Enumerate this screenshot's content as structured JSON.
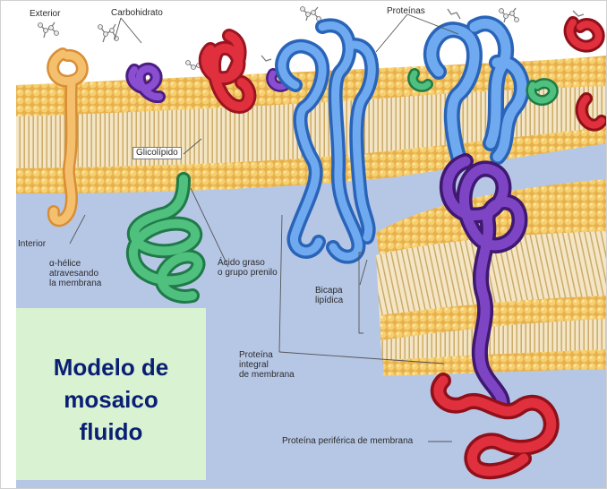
{
  "diagram": {
    "labels": {
      "exterior": "Exterior",
      "carbohidrato": "Carbohidrato",
      "proteinas": "Proteínas",
      "glicolipido": "Glicolípido",
      "interior": "Interior",
      "alfa_helice": "α-hélice\natravesando\nla membrana",
      "acido_graso": "Ácido graso\no grupo prenilo",
      "bicapa": "Bicapa\nlipídica",
      "proteina_integral": "Proteína\nintegral\nde membrana",
      "proteina_periferica": "Proteína periférica de membrana"
    },
    "title": "Modelo de\nmosaico\nfluido",
    "colors": {
      "extracellular_bg": "#ffffff",
      "cytoplasm_bg": "#b6c7e6",
      "lipid_head": "#f2c45e",
      "lipid_tail": "#e4c27a",
      "protein_blue": "#5a9be6",
      "protein_red": "#d8232f",
      "protein_purple": "#6b2fa6",
      "protein_green": "#3fa86b",
      "helix_orange": "#f0b25c",
      "title_panel": "#d8f2d2",
      "title_text": "#0a1f73"
    }
  }
}
